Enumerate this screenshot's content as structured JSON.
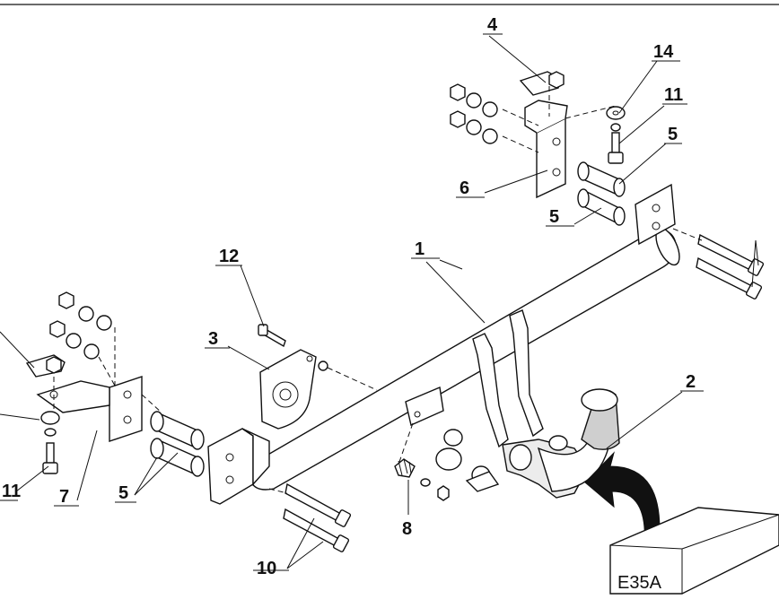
{
  "callouts": {
    "c1": "1",
    "c2": "2",
    "c3": "3",
    "c4": "4",
    "c5a": "5",
    "c5b": "5",
    "c5c": "5",
    "c6": "6",
    "c7": "7",
    "c8": "8",
    "c10": "10",
    "c11a": "11",
    "c11b": "11",
    "c12": "12",
    "c14": "14"
  },
  "badge": {
    "code": "E35A"
  }
}
